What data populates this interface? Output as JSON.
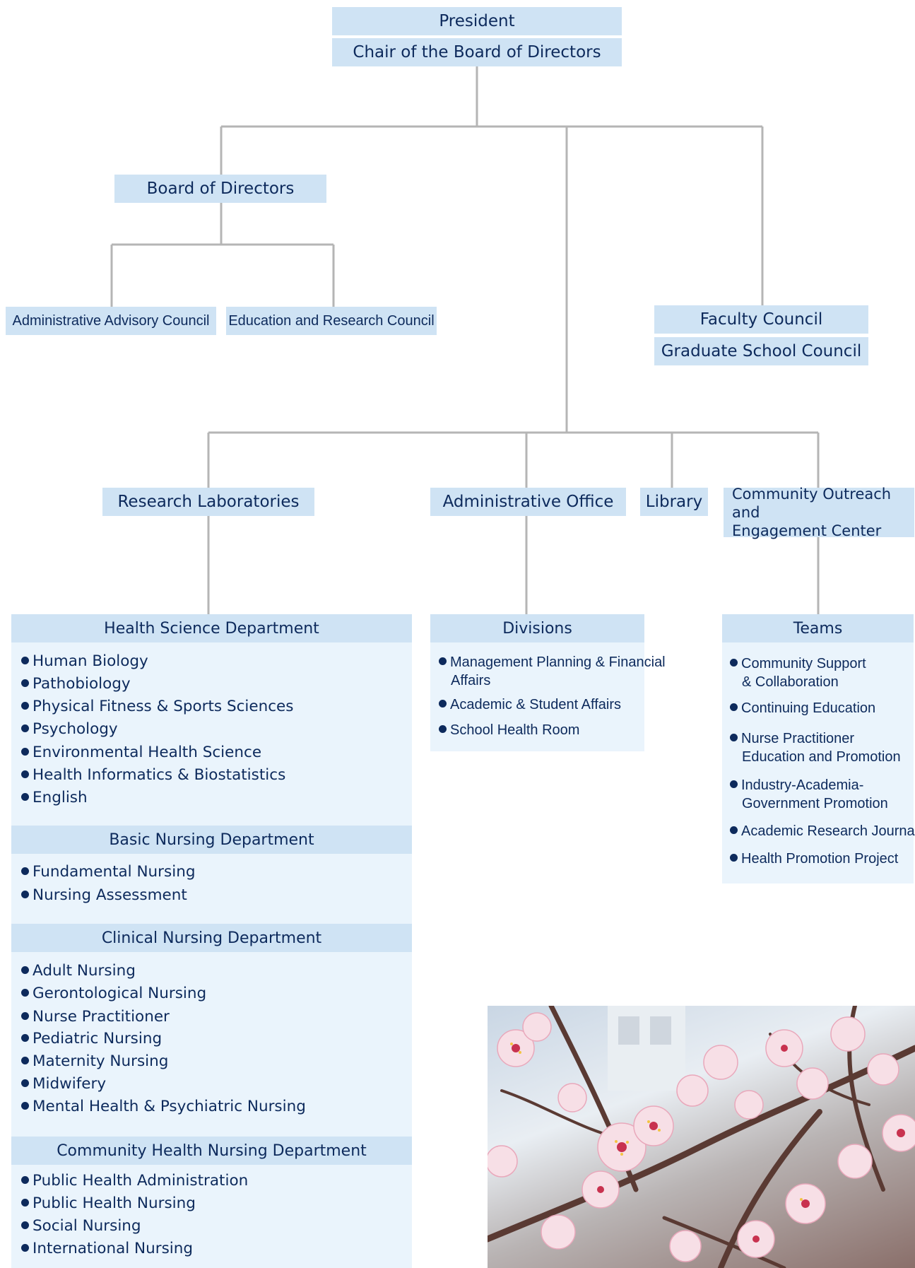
{
  "top": {
    "president": "President",
    "chair": "Chair of the Board of Directors"
  },
  "board": {
    "title": "Board of Directors",
    "admin_advisory": "Administrative Advisory Council",
    "edu_research": "Education and  Research Council"
  },
  "faculty": {
    "faculty_council": "Faculty Council",
    "graduate_council": "Graduate School Council"
  },
  "units": {
    "research_labs": "Research Laboratories",
    "admin_office": "Administrative Office",
    "library": "Library",
    "community_center_line1": "Community Outreach and",
    "community_center_line2": "Engagement Center"
  },
  "departments": [
    {
      "title": "Health Science Department",
      "items": [
        "Human Biology",
        "Pathobiology",
        "Physical Fitness & Sports Sciences",
        "Psychology",
        "Environmental Health Science",
        "Health Informatics & Biostatistics",
        "English"
      ]
    },
    {
      "title": "Basic Nursing Department",
      "items": [
        "Fundamental Nursing",
        "Nursing Assessment"
      ]
    },
    {
      "title": "Clinical Nursing Department",
      "items": [
        "Adult Nursing",
        "Gerontological Nursing",
        "Nurse Practitioner",
        "Pediatric Nursing",
        "Maternity Nursing",
        "Midwifery",
        "Mental Health & Psychiatric Nursing"
      ]
    },
    {
      "title": "Community Health Nursing Department",
      "items": [
        "Public Health Administration",
        "Public Health Nursing",
        "Social Nursing",
        "International Nursing"
      ]
    }
  ],
  "divisions": {
    "title": "Divisions",
    "items": [
      {
        "line1": "Management Planning & Financial",
        "line2": "Affairs"
      },
      {
        "line1": "Academic & Student Affairs"
      },
      {
        "line1": "School Health Room"
      }
    ]
  },
  "teams": {
    "title": "Teams",
    "items": [
      {
        "line1": "Community Support",
        "line2": "& Collaboration"
      },
      {
        "line1": "Continuing Education"
      },
      {
        "line1": "Nurse Practitioner",
        "line2": "Education and Promotion"
      },
      {
        "line1": "Industry-Academia-",
        "line2": "Government Promotion"
      },
      {
        "line1": "Academic Research Journal"
      },
      {
        "line1": "Health Promotion Project"
      }
    ]
  },
  "colors": {
    "box": "#cfe3f4",
    "panel": "#eaf4fc",
    "text": "#0d2a5c",
    "connector": "#b5b5b5"
  },
  "photo": {
    "subject": "cherry-blossom-photo"
  }
}
